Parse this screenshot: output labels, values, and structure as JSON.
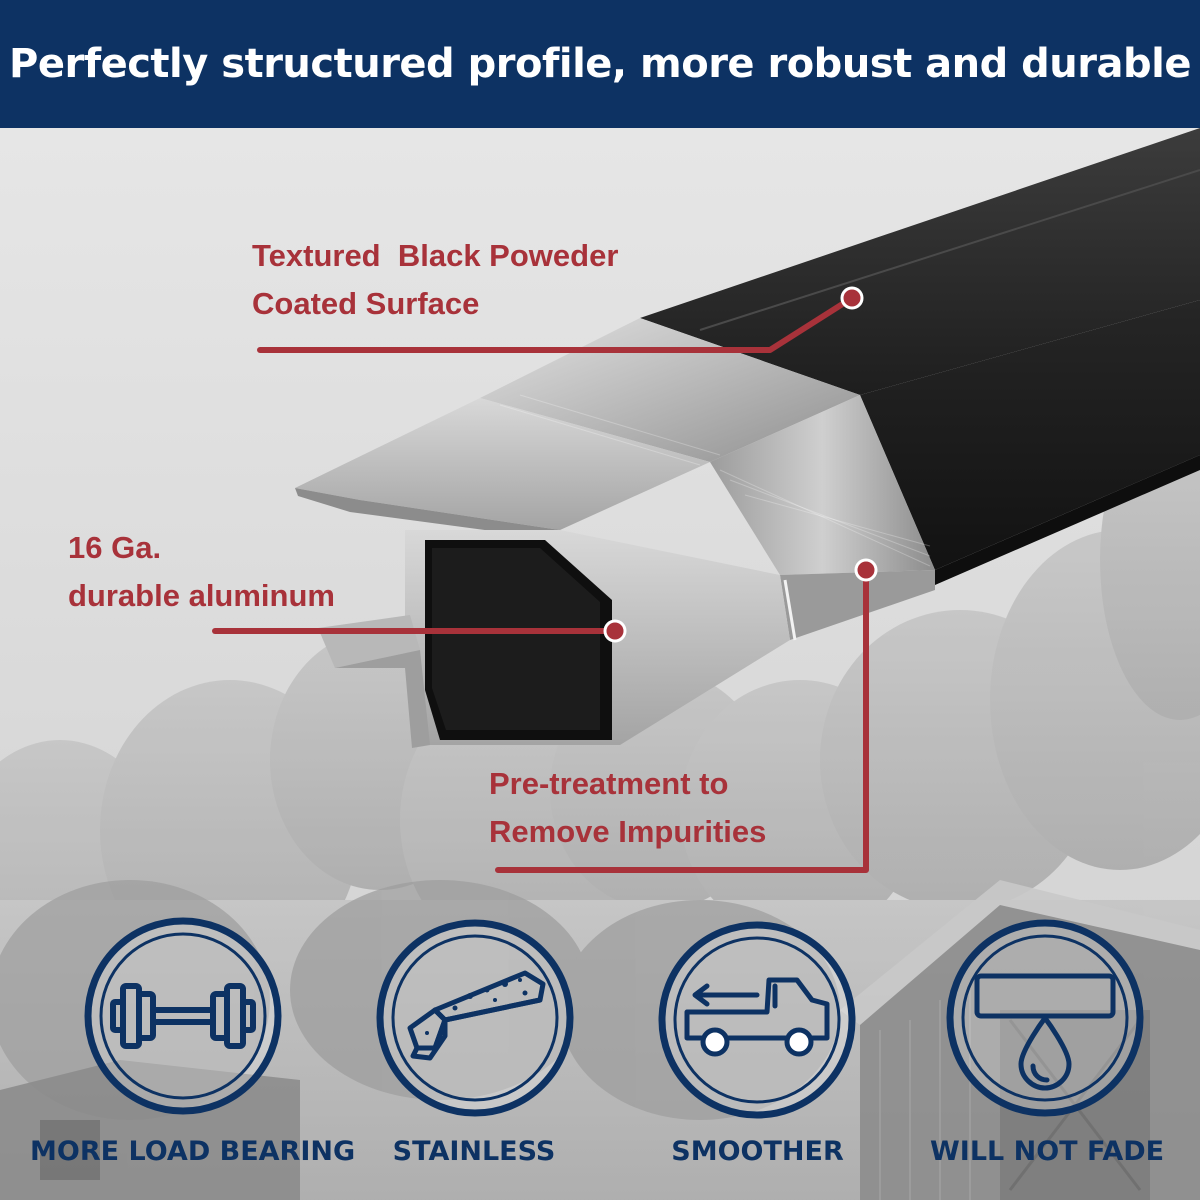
{
  "header": {
    "title": "Perfectly structured profile, more robust and durable"
  },
  "callouts": {
    "surface_line1": "Textured  Black Poweder",
    "surface_line2": "Coated Surface",
    "aluminum_line1": "16 Ga.",
    "aluminum_line2": "durable aluminum",
    "pretreat_line1": "Pre-treatment to",
    "pretreat_line2": "Remove Impurities"
  },
  "features": [
    {
      "label": "MORE LOAD BEARING",
      "icon": "dumbbell-icon"
    },
    {
      "label": "STAINLESS",
      "icon": "profile-stainless-icon"
    },
    {
      "label": "SMOOTHER",
      "icon": "truck-icon"
    },
    {
      "label": "WILL NOT FADE",
      "icon": "water-drop-icon"
    }
  ],
  "colors": {
    "header_bg": "#0d3263",
    "callout_red": "#a8323a",
    "icon_navy": "#0d3263"
  }
}
